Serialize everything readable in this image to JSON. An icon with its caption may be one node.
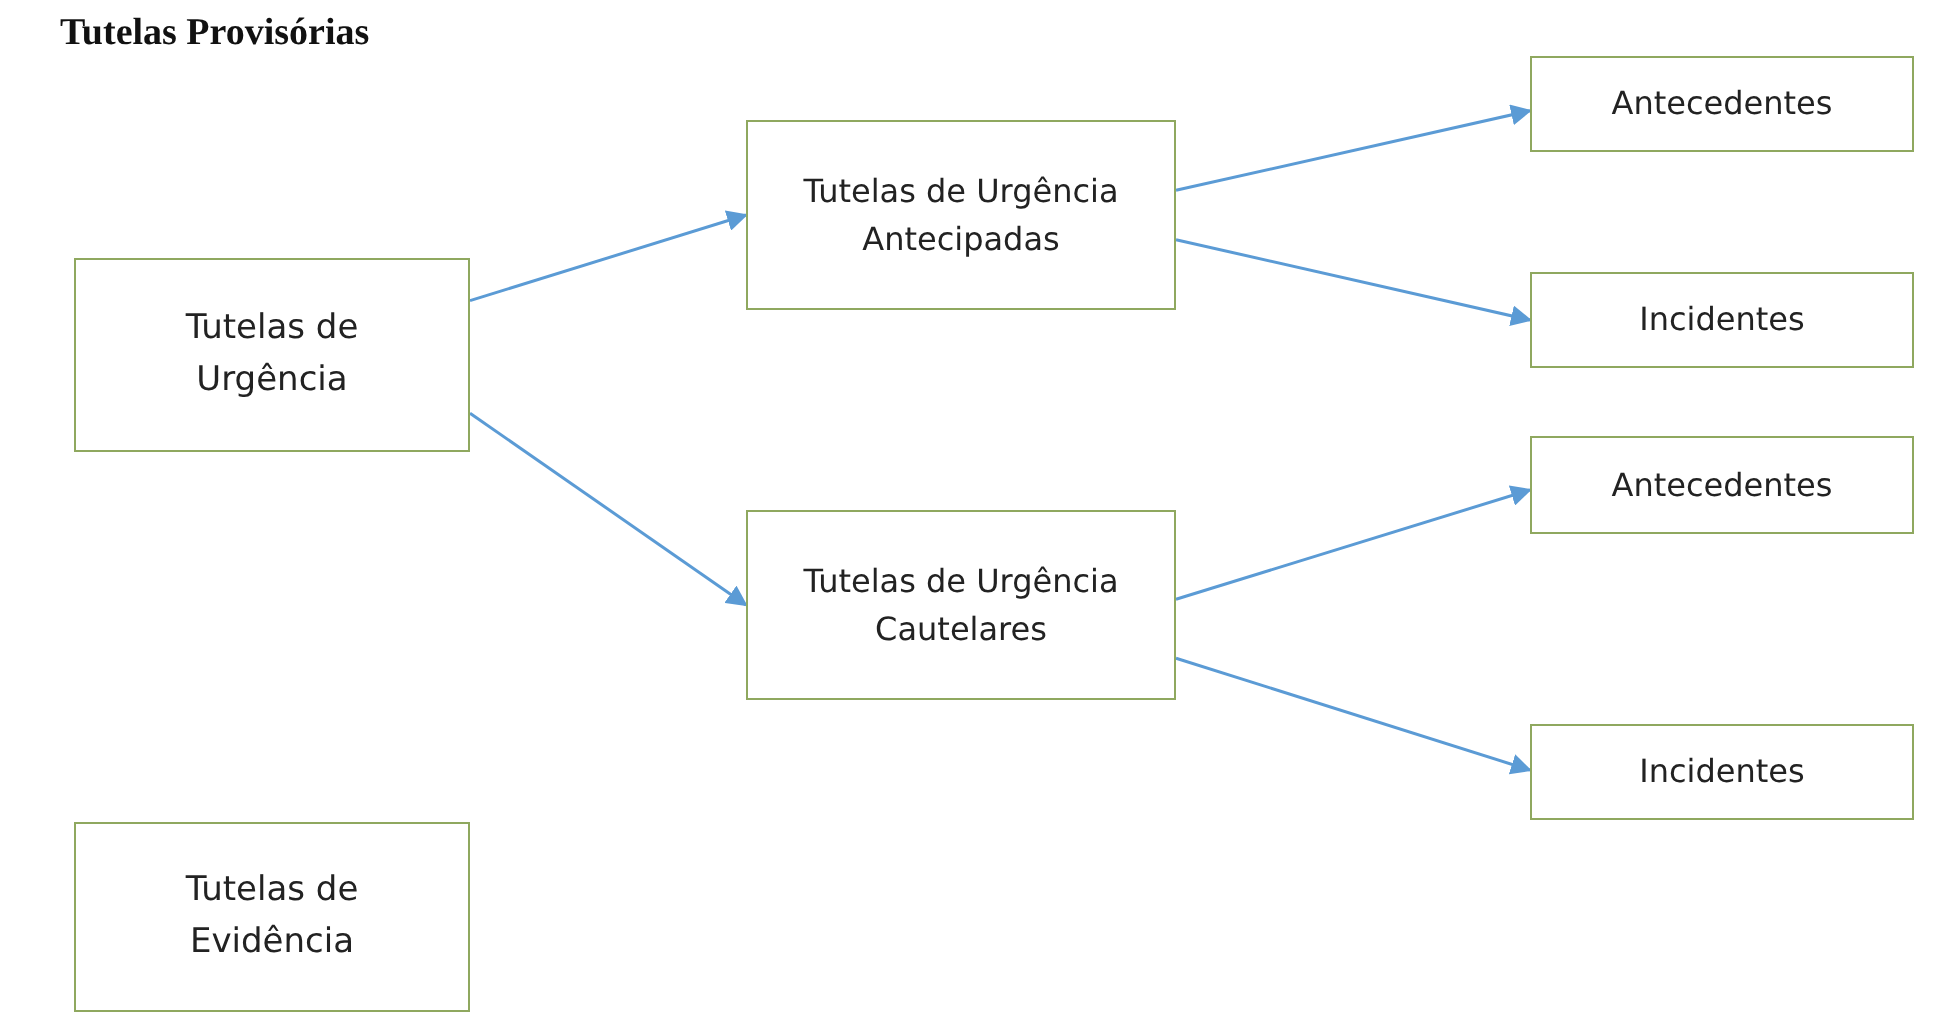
{
  "diagram": {
    "title": "Tutelas Provisórias",
    "nodes": [
      {
        "text": [
          "Tutelas de Urgência"
        ]
      },
      {
        "text": [
          "Tutelas de Urgência Antecipadas"
        ]
      },
      {
        "text": [
          "Antecedentes"
        ]
      },
      {
        "text": [
          "Incidentes"
        ]
      },
      {
        "text": [
          "Tutelas de Urgência Cautelares"
        ]
      },
      {
        "text": [
          "Antecedentes"
        ]
      },
      {
        "text": [
          "Incidentes"
        ]
      },
      {
        "text": [
          "Tutelas de Evidência"
        ]
      }
    ],
    "edges": [
      {
        "from": 0,
        "to": 1,
        "arrow": "to"
      },
      {
        "from": 0,
        "to": 4,
        "arrow": "to"
      },
      {
        "from": 1,
        "to": 2,
        "arrow": "to"
      },
      {
        "from": 1,
        "to": 3,
        "arrow": "to"
      },
      {
        "from": 4,
        "to": 5,
        "arrow": "to"
      },
      {
        "from": 4,
        "to": 6,
        "arrow": "to"
      }
    ]
  }
}
